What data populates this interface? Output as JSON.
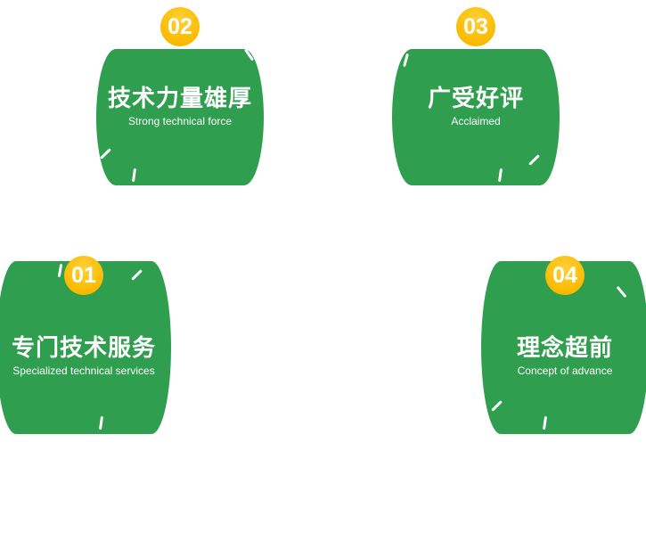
{
  "section": {
    "name": "features"
  },
  "colors": {
    "card_green": "#2f9e4e",
    "badge_yellow": "#fbba00",
    "text_white": "#ffffff"
  },
  "cards": [
    {
      "number": "01",
      "title": "专门技术服务",
      "subtitle": "Specialized technical services"
    },
    {
      "number": "02",
      "title": "技术力量雄厚",
      "subtitle": "Strong technical force"
    },
    {
      "number": "03",
      "title": "广受好评",
      "subtitle": "Acclaimed"
    },
    {
      "number": "04",
      "title": "理念超前",
      "subtitle": "Concept of advance"
    }
  ]
}
